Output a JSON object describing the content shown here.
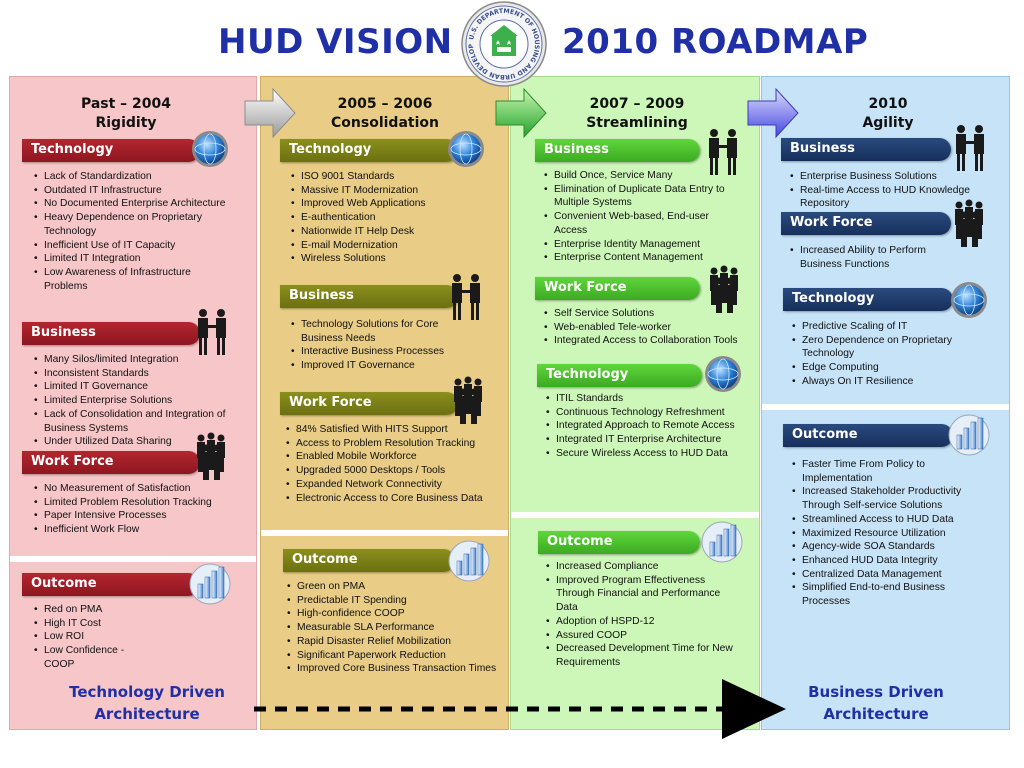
{
  "title_left": "HUD VISION",
  "title_right": "2010 ROADMAP",
  "seal_text": "U.S. DEPARTMENT OF HOUSING AND URBAN DEVELOPMENT",
  "columns": [
    {
      "period": "Past – 2004",
      "theme": "Rigidity",
      "sections": [
        {
          "title": "Technology",
          "items": [
            "Lack of Standardization",
            "Outdated IT Infrastructure",
            "No Documented Enterprise Architecture",
            "Heavy Dependence on Proprietary Technology",
            "Inefficient Use of IT Capacity",
            "Limited IT Integration",
            "Low Awareness of Infrastructure Problems"
          ]
        },
        {
          "title": "Business",
          "items": [
            "Many Silos/limited Integration",
            "Inconsistent Standards",
            "Limited IT Governance",
            "Limited Enterprise Solutions",
            "Lack of Consolidation and Integration of Business Systems",
            "Under Utilized Data Sharing"
          ]
        },
        {
          "title": "Work Force",
          "items": [
            "No Measurement of Satisfaction",
            "Limited Problem Resolution Tracking",
            "Paper Intensive Processes",
            "Inefficient Work Flow"
          ]
        },
        {
          "title": "Outcome",
          "items": [
            "Red on PMA",
            "High IT Cost",
            "Low ROI",
            "Low Confidence - COOP"
          ]
        }
      ]
    },
    {
      "period": "2005 – 2006",
      "theme": "Consolidation",
      "sections": [
        {
          "title": "Technology",
          "items": [
            "ISO 9001 Standards",
            "Massive IT Modernization",
            "Improved Web Applications",
            "E-authentication",
            "Nationwide IT Help Desk",
            "E-mail Modernization",
            "Wireless Solutions"
          ]
        },
        {
          "title": "Business",
          "items": [
            "Technology Solutions for Core Business Needs",
            "Interactive Business Processes",
            "Improved IT Governance"
          ]
        },
        {
          "title": "Work Force",
          "items": [
            "84% Satisfied With HITS Support",
            "Access to Problem Resolution Tracking",
            "Enabled Mobile Workforce",
            "Upgraded 5000 Desktops / Tools",
            "Expanded Network Connectivity",
            "Electronic Access to Core Business Data"
          ]
        },
        {
          "title": "Outcome",
          "items": [
            "Green on PMA",
            "Predictable IT Spending",
            "High-confidence COOP",
            "Measurable SLA Performance",
            "Rapid Disaster Relief Mobilization",
            "Significant Paperwork Reduction",
            "Improved Core Business Transaction Times"
          ]
        }
      ]
    },
    {
      "period": "2007 – 2009",
      "theme": "Streamlining",
      "sections": [
        {
          "title": "Business",
          "items": [
            "Build Once, Service Many",
            "Elimination of Duplicate Data Entry to Multiple Systems",
            "Convenient Web-based, End-user Access",
            "Enterprise Identity Management",
            "Enterprise Content Management"
          ]
        },
        {
          "title": "Work Force",
          "items": [
            "Self Service Solutions",
            "Web-enabled Tele-worker",
            "Integrated Access to Collaboration Tools"
          ]
        },
        {
          "title": "Technology",
          "items": [
            "ITIL Standards",
            "Continuous Technology Refreshment",
            "Integrated Approach to Remote Access",
            "Integrated IT Enterprise Architecture",
            "Secure Wireless Access to HUD Data"
          ]
        },
        {
          "title": "Outcome",
          "items": [
            "Increased Compliance",
            "Improved Program Effectiveness Through Financial and Performance Data",
            "Adoption of HSPD-12",
            "Assured COOP",
            "Decreased Development Time for New Requirements"
          ]
        }
      ]
    },
    {
      "period": "2010",
      "theme": "Agility",
      "sections": [
        {
          "title": "Business",
          "items": [
            "Enterprise Business Solutions",
            "Real-time Access to HUD Knowledge Repository"
          ]
        },
        {
          "title": "Work Force",
          "items": [
            "Increased Ability to Perform Business Functions"
          ]
        },
        {
          "title": "Technology",
          "items": [
            "Predictive Scaling of IT",
            "Zero Dependence on Proprietary Technology",
            "Edge Computing",
            "Always On IT Resilience"
          ]
        },
        {
          "title": "Outcome",
          "items": [
            "Faster Time From Policy to Implementation",
            "Increased Stakeholder Productivity Through Self-service Solutions",
            "Streamlined Access to HUD Data",
            "Maximized Resource Utilization",
            "Agency-wide SOA Standards",
            "Enhanced HUD Data Integrity",
            "Centralized Data Management",
            "Simplified End-to-end Business Processes"
          ]
        }
      ]
    }
  ],
  "bottom_left": "Technology Driven Architecture",
  "bottom_right": "Business Driven Architecture",
  "colors": {
    "title": "#1f2fa6",
    "past": "#f7c6c8",
    "consolidation": "#e9cc86",
    "streamlining": "#cdf7b8",
    "agility": "#c7e3f8"
  },
  "icons": [
    "globe-icon",
    "handshake-icon",
    "people-group-icon",
    "outcome-chart-icon",
    "transition-arrow-icon"
  ]
}
